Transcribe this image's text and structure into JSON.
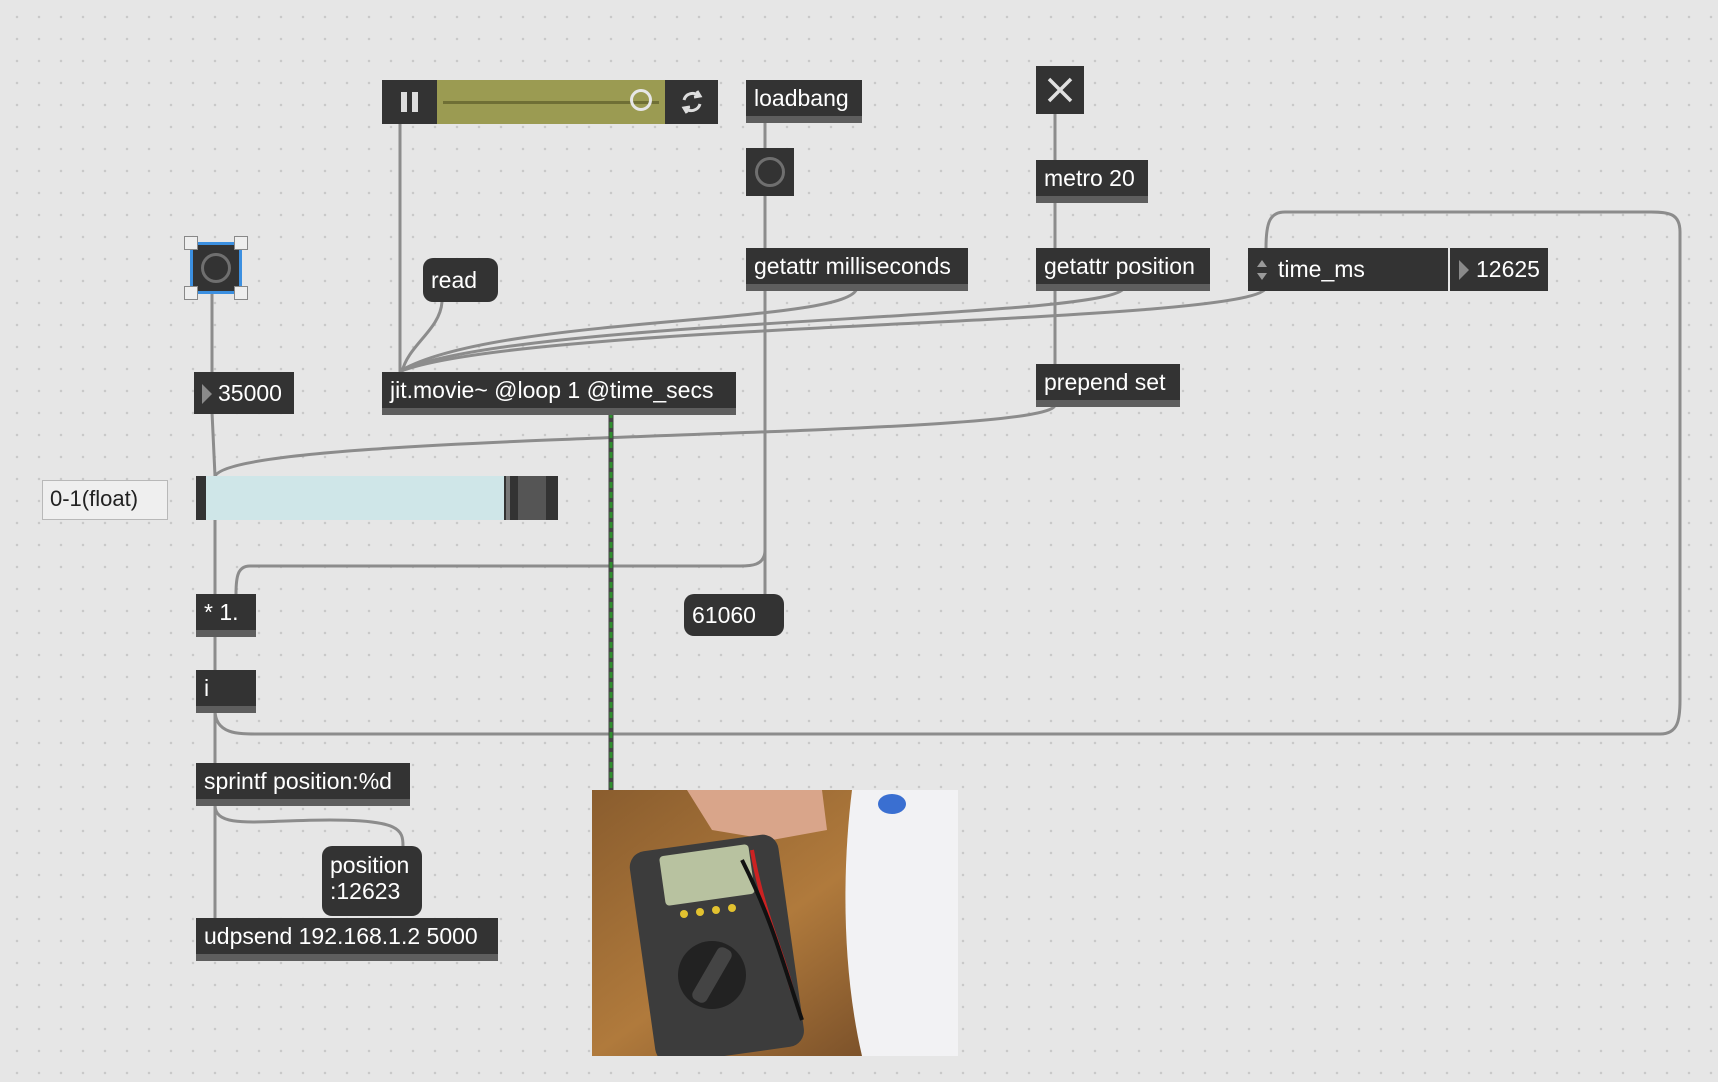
{
  "patcher": {
    "objects": {
      "loadbang": "loadbang",
      "metro": "metro 20",
      "getattr_ms": "getattr milliseconds",
      "getattr_pos": "getattr position",
      "prepend": "prepend set",
      "jit_movie": "jit.movie~ @loop 1 @time_secs",
      "multiply": "* 1.",
      "int_obj": "i",
      "sprintf": "sprintf position:%d",
      "udpsend": "udpsend 192.168.1.2 5000"
    },
    "messages": {
      "read": "read",
      "ms_value": "61060",
      "position_line1": "position",
      "position_line2": ":12623"
    },
    "number_boxes": {
      "number_35000": "35000",
      "time_ms_value": "12625"
    },
    "attrui": {
      "label": "time_ms"
    },
    "comment": "0-1(float)",
    "slider": {
      "value_fraction": 0.9
    },
    "playbar": {
      "position_fraction": 0.88
    },
    "icons": [
      "pause-icon",
      "loop-icon",
      "close-icon",
      "bang-icon",
      "number-triangle-icon",
      "updown-arrows-icon"
    ],
    "colors": {
      "background": "#e6e6e6",
      "object": "#333333",
      "playbar_track": "#9b9b52",
      "slider_fill": "#cfe6e8",
      "cord": "#8c8c8c",
      "signal_cord": "#2f8f2f",
      "selection": "#3b8fe0"
    }
  }
}
